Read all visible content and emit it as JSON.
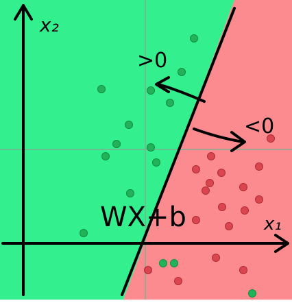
{
  "colors": {
    "positive_region": "#33ef8d",
    "negative_region": "#fb8b8f",
    "grid": "#7fae8f",
    "axis": "#000000",
    "point_positive": "#22b35a",
    "point_negative": "#d94650",
    "point_positive_stroke": "#128b40",
    "point_negative_stroke": "#b32a34"
  },
  "diagram": {
    "axis_x_label": "x₁",
    "axis_y_label": "x₂",
    "positive_label": ">0",
    "negative_label": "<0",
    "boundary_label": "WX+b"
  }
}
